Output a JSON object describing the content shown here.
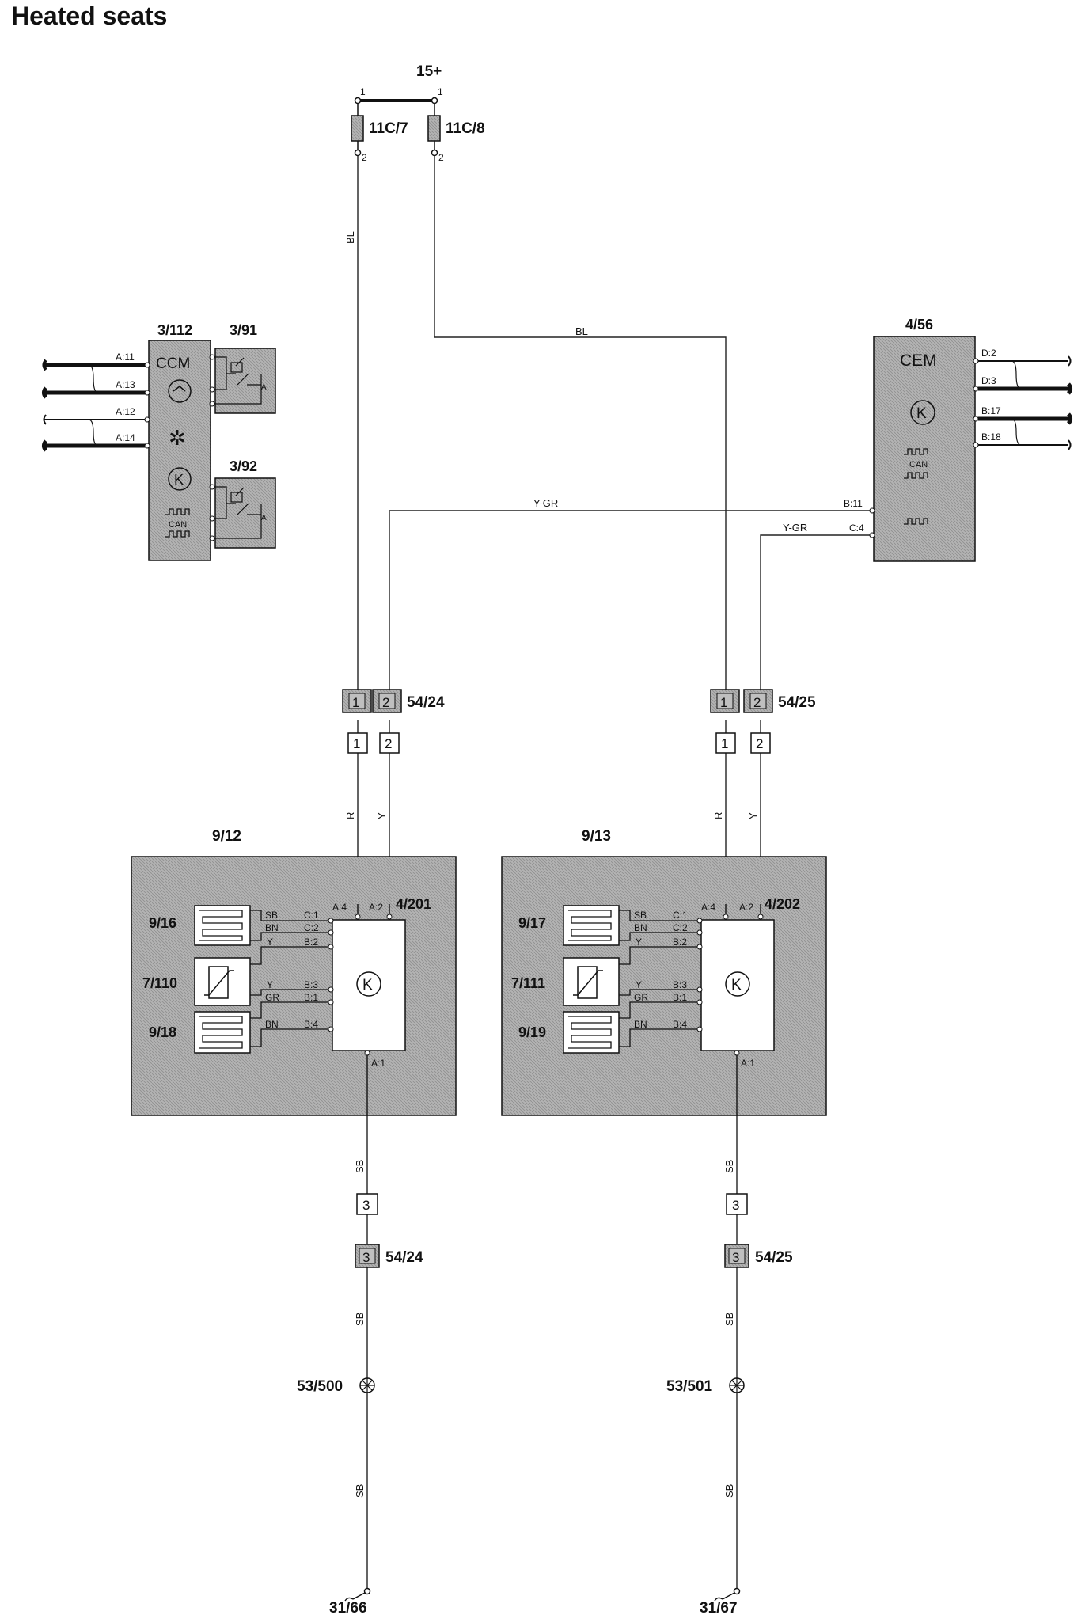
{
  "title": "Heated seats",
  "power": {
    "supply": "15+",
    "fuse_left": "11C/7",
    "fuse_right": "11C/8",
    "pin1": "1",
    "pin2": "2"
  },
  "wire_colors": {
    "bl": "BL",
    "ygr": "Y-GR",
    "r": "R",
    "y": "Y",
    "sb": "SB",
    "bn": "BN",
    "gr": "GR"
  },
  "ccm": {
    "id": "3/112",
    "name": "CCM",
    "can": "CAN",
    "pins": [
      "A:11",
      "A:13",
      "A:12",
      "A:14"
    ],
    "relay1": "3/91",
    "relay2": "3/92",
    "relay_mark": "A"
  },
  "cem": {
    "id": "4/56",
    "name": "CEM",
    "can": "CAN",
    "pins_right": [
      "D:2",
      "D:3",
      "B:17",
      "B:18"
    ],
    "pin_b11": "B:11",
    "pin_c4": "C:4"
  },
  "connectors": {
    "left": "54/24",
    "right": "54/25",
    "pin1": "1",
    "pin2": "2",
    "pin3": "3"
  },
  "seat_left": {
    "id": "9/12",
    "module": "4/201",
    "heater_back": "9/16",
    "sensor": "7/110",
    "heater_cushion": "9/18",
    "pins": [
      "A:4",
      "A:2",
      "C:1",
      "C:2",
      "B:2",
      "B:3",
      "B:1",
      "B:4",
      "A:1"
    ]
  },
  "seat_right": {
    "id": "9/13",
    "module": "4/202",
    "heater_back": "9/17",
    "sensor": "7/111",
    "heater_cushion": "9/19",
    "pins": [
      "A:4",
      "A:2",
      "C:1",
      "C:2",
      "B:2",
      "B:3",
      "B:1",
      "B:4",
      "A:1"
    ]
  },
  "ground": {
    "splice_left": "53/500",
    "splice_right": "53/501",
    "gnd_left": "31/66",
    "gnd_right": "31/67"
  },
  "colors": {
    "module_fill": "#a9a9a9",
    "connector_fill": "#9a9a9a",
    "wire": "#222222"
  }
}
